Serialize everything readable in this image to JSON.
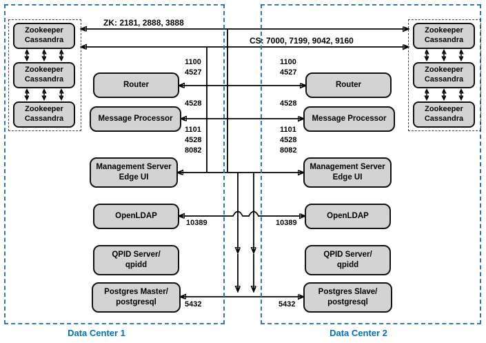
{
  "links": {
    "zk_label": "ZK: 2181, 2888, 3888",
    "cs_label": "CS: 7000, 7199, 9042, 9160"
  },
  "dc1": {
    "label": "Data Center 1",
    "zk_nodes": [
      {
        "line1": "Zookeeper",
        "line2": "Cassandra"
      },
      {
        "line1": "Zookeeper",
        "line2": "Cassandra"
      },
      {
        "line1": "Zookeeper",
        "line2": "Cassandra"
      }
    ],
    "components": {
      "router": "Router",
      "message_processor": "Message Processor",
      "management_line1": "Management Server",
      "management_line2": "Edge UI",
      "openldap": "OpenLDAP",
      "qpid_line1": "QPID Server/",
      "qpid_line2": "qpidd",
      "postgres_line1": "Postgres Master/",
      "postgres_line2": "postgresql"
    },
    "ports": {
      "router": [
        "1100",
        "4527"
      ],
      "message_processor": "4528",
      "management": [
        "1101",
        "4528",
        "8082"
      ],
      "openldap": "10389",
      "postgres": "5432"
    }
  },
  "dc2": {
    "label": "Data Center 2",
    "zk_nodes": [
      {
        "line1": "Zookeeper",
        "line2": "Cassandra"
      },
      {
        "line1": "Zookeeper",
        "line2": "Cassandra"
      },
      {
        "line1": "Zookeeper",
        "line2": "Cassandra"
      }
    ],
    "components": {
      "router": "Router",
      "message_processor": "Message Processor",
      "management_line1": "Management Server",
      "management_line2": "Edge UI",
      "openldap": "OpenLDAP",
      "qpid_line1": "QPID Server/",
      "qpid_line2": "qpidd",
      "postgres_line1": "Postgres Slave/",
      "postgres_line2": "postgresql"
    },
    "ports": {
      "router": [
        "1100",
        "4527"
      ],
      "message_processor": "4528",
      "management": [
        "1101",
        "4528",
        "8082"
      ],
      "openldap": "10389",
      "postgres": "5432"
    }
  }
}
